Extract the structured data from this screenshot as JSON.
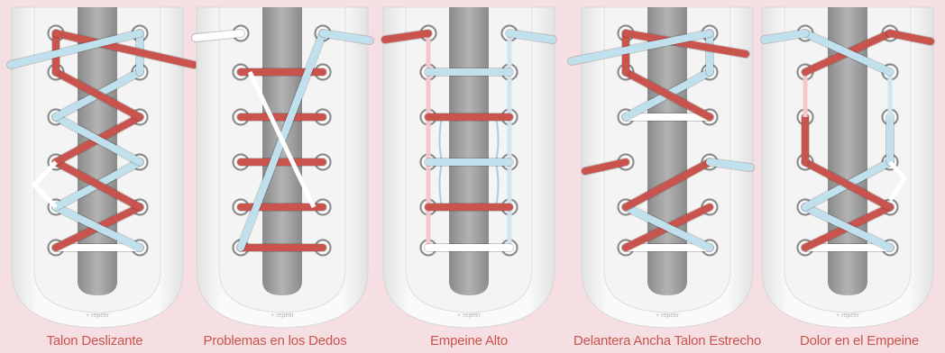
{
  "colors": {
    "background": "#f6dfe3",
    "lace_red": "#c8544d",
    "lace_blue": "#bfe0ec",
    "lace_white": "#ffffff",
    "tongue": "#9e9e9e",
    "caption": "#c8544d"
  },
  "panels": [
    {
      "caption": "Talon Deslizante",
      "tongue_text": "+ repetir"
    },
    {
      "caption": "Problemas en los Dedos",
      "tongue_text": "+ repetir"
    },
    {
      "caption": "Empeine Alto",
      "tongue_text": "+ repetir"
    },
    {
      "caption": "Delantera Ancha Talon Estrecho",
      "tongue_text": "+ repetir"
    },
    {
      "caption": "Dolor en el Empeine",
      "tongue_text": "+ repetir"
    }
  ]
}
